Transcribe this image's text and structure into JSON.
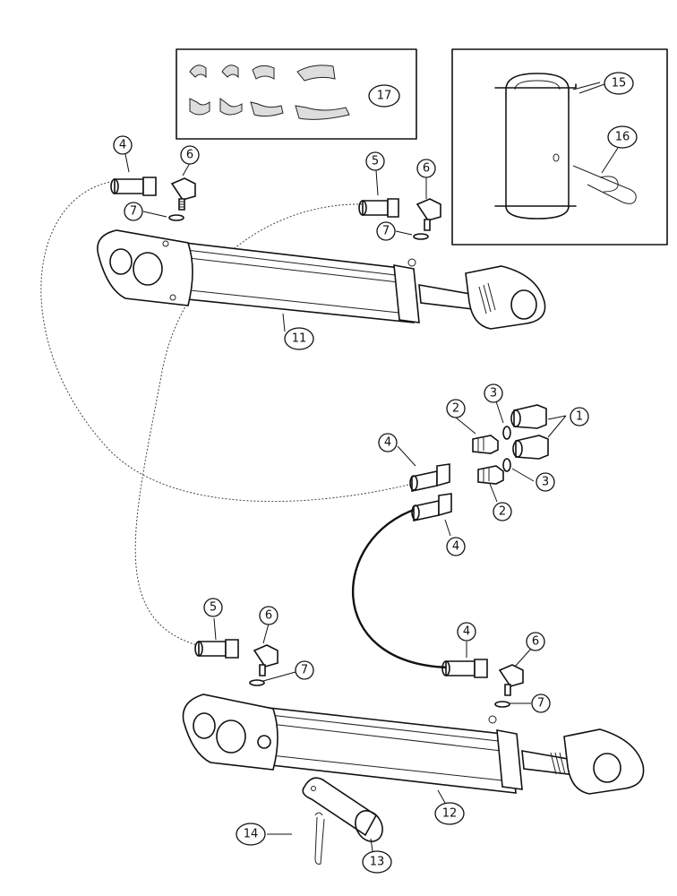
{
  "callouts": {
    "c1": "1",
    "c2a": "2",
    "c2b": "2",
    "c3a": "3",
    "c3b": "3",
    "c4a": "4",
    "c4b": "4",
    "c4c": "4",
    "c4d": "4",
    "c5a": "5",
    "c5b": "5",
    "c6a": "6",
    "c6b": "6",
    "c6c": "6",
    "c6d": "6",
    "c7a": "7",
    "c7b": "7",
    "c7c": "7",
    "c7d": "7",
    "c11": "11",
    "c12": "12",
    "c13": "13",
    "c14": "14",
    "c15": "15",
    "c16": "16",
    "c17": "17"
  }
}
